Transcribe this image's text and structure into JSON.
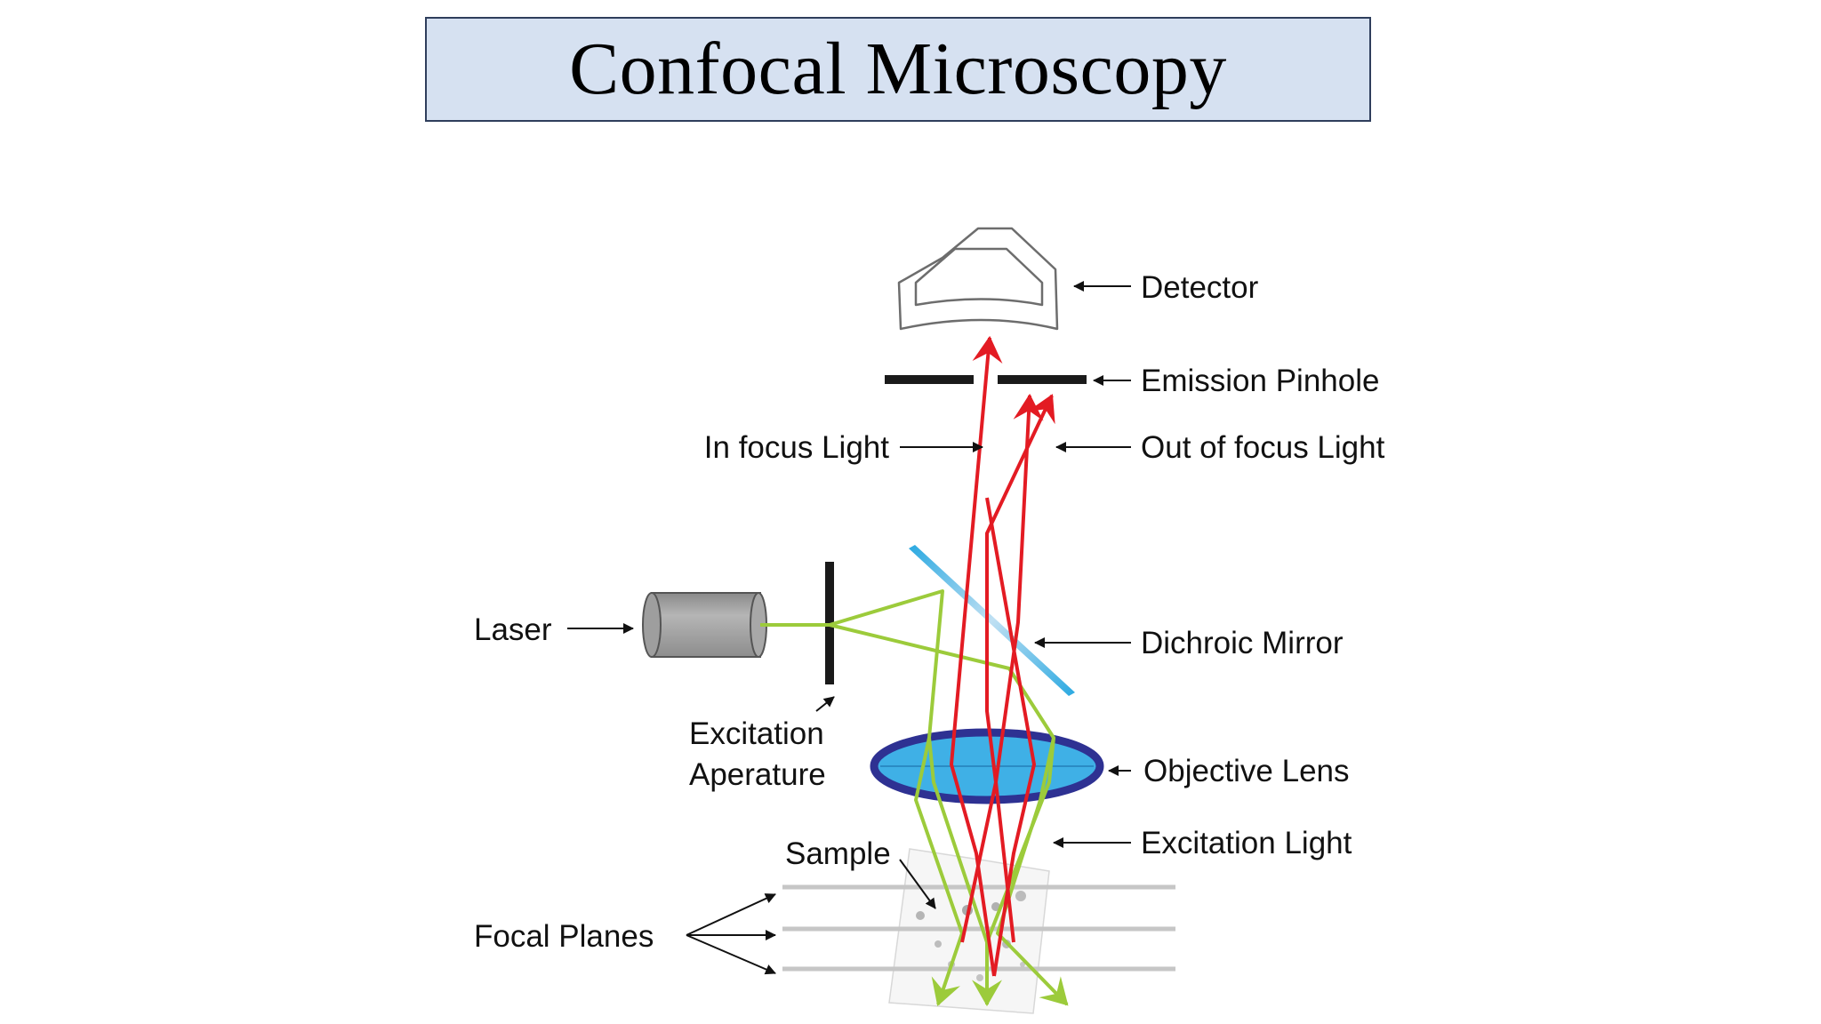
{
  "title": "Confocal Microscopy",
  "labels": {
    "detector": "Detector",
    "emission_pinhole": "Emission Pinhole",
    "in_focus_light": "In focus Light",
    "out_of_focus_light": "Out of focus Light",
    "laser": "Laser",
    "dichroic_mirror": "Dichroic Mirror",
    "excitation_aperture_line1": "Excitation",
    "excitation_aperture_line2": "Aperature",
    "objective_lens": "Objective Lens",
    "excitation_light": "Excitation Light",
    "sample": "Sample",
    "focal_planes": "Focal Planes"
  },
  "colors": {
    "emission": "#e31b23",
    "excitation": "#9ccb3b",
    "mirror": "#2ba9e1",
    "lens_fill": "#3fb0e6",
    "lens_rim": "#2e3192",
    "title_bg": "#d6e1f1",
    "title_border": "#2f3e5c"
  }
}
